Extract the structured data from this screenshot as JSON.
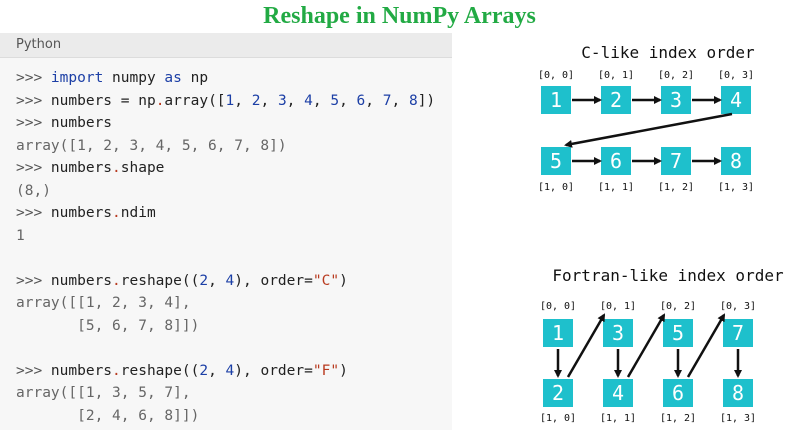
{
  "title": "Reshape in NumPy Arrays",
  "code": {
    "language": "Python",
    "lines": [
      {
        "type": "in",
        "parts": [
          {
            "t": ">>> ",
            "c": "prompt"
          },
          {
            "t": "import",
            "c": "kw"
          },
          {
            "t": " numpy ",
            "c": ""
          },
          {
            "t": "as",
            "c": "kw"
          },
          {
            "t": " np",
            "c": ""
          }
        ]
      },
      {
        "type": "in",
        "parts": [
          {
            "t": ">>> ",
            "c": "prompt"
          },
          {
            "t": "numbers = np",
            "c": ""
          },
          {
            "t": ".",
            "c": "dot"
          },
          {
            "t": "array([",
            "c": ""
          },
          {
            "t": "1",
            "c": "num"
          },
          {
            "t": ", ",
            "c": ""
          },
          {
            "t": "2",
            "c": "num"
          },
          {
            "t": ", ",
            "c": ""
          },
          {
            "t": "3",
            "c": "num"
          },
          {
            "t": ", ",
            "c": ""
          },
          {
            "t": "4",
            "c": "num"
          },
          {
            "t": ", ",
            "c": ""
          },
          {
            "t": "5",
            "c": "num"
          },
          {
            "t": ", ",
            "c": ""
          },
          {
            "t": "6",
            "c": "num"
          },
          {
            "t": ", ",
            "c": ""
          },
          {
            "t": "7",
            "c": "num"
          },
          {
            "t": ", ",
            "c": ""
          },
          {
            "t": "8",
            "c": "num"
          },
          {
            "t": "])",
            "c": ""
          }
        ]
      },
      {
        "type": "in",
        "parts": [
          {
            "t": ">>> ",
            "c": "prompt"
          },
          {
            "t": "numbers",
            "c": ""
          }
        ]
      },
      {
        "type": "out",
        "parts": [
          {
            "t": "array([1, 2, 3, 4, 5, 6, 7, 8])",
            "c": "out"
          }
        ]
      },
      {
        "type": "in",
        "parts": [
          {
            "t": ">>> ",
            "c": "prompt"
          },
          {
            "t": "numbers",
            "c": ""
          },
          {
            "t": ".",
            "c": "dot"
          },
          {
            "t": "shape",
            "c": ""
          }
        ]
      },
      {
        "type": "out",
        "parts": [
          {
            "t": "(8,)",
            "c": "out"
          }
        ]
      },
      {
        "type": "in",
        "parts": [
          {
            "t": ">>> ",
            "c": "prompt"
          },
          {
            "t": "numbers",
            "c": ""
          },
          {
            "t": ".",
            "c": "dot"
          },
          {
            "t": "ndim",
            "c": ""
          }
        ]
      },
      {
        "type": "out",
        "parts": [
          {
            "t": "1",
            "c": "out"
          }
        ]
      },
      {
        "type": "blank",
        "parts": [
          {
            "t": " ",
            "c": ""
          }
        ]
      },
      {
        "type": "in",
        "parts": [
          {
            "t": ">>> ",
            "c": "prompt"
          },
          {
            "t": "numbers",
            "c": ""
          },
          {
            "t": ".",
            "c": "dot"
          },
          {
            "t": "reshape((",
            "c": ""
          },
          {
            "t": "2",
            "c": "num"
          },
          {
            "t": ", ",
            "c": ""
          },
          {
            "t": "4",
            "c": "num"
          },
          {
            "t": "), order=",
            "c": ""
          },
          {
            "t": "\"C\"",
            "c": "str"
          },
          {
            "t": ")",
            "c": ""
          }
        ]
      },
      {
        "type": "out",
        "parts": [
          {
            "t": "array([[1, 2, 3, 4],",
            "c": "out"
          }
        ]
      },
      {
        "type": "out",
        "parts": [
          {
            "t": "       [5, 6, 7, 8]])",
            "c": "out"
          }
        ]
      },
      {
        "type": "blank",
        "parts": [
          {
            "t": " ",
            "c": ""
          }
        ]
      },
      {
        "type": "in",
        "parts": [
          {
            "t": ">>> ",
            "c": "prompt"
          },
          {
            "t": "numbers",
            "c": ""
          },
          {
            "t": ".",
            "c": "dot"
          },
          {
            "t": "reshape((",
            "c": ""
          },
          {
            "t": "2",
            "c": "num"
          },
          {
            "t": ", ",
            "c": ""
          },
          {
            "t": "4",
            "c": "num"
          },
          {
            "t": "), order=",
            "c": ""
          },
          {
            "t": "\"F\"",
            "c": "str"
          },
          {
            "t": ")",
            "c": ""
          }
        ]
      },
      {
        "type": "out",
        "parts": [
          {
            "t": "array([[1, 3, 5, 7],",
            "c": "out"
          }
        ]
      },
      {
        "type": "out",
        "parts": [
          {
            "t": "       [2, 4, 6, 8]])",
            "c": "out"
          }
        ]
      }
    ]
  },
  "c_order": {
    "heading": "C-like index order",
    "top_values": [
      "1",
      "2",
      "3",
      "4"
    ],
    "bottom_values": [
      "5",
      "6",
      "7",
      "8"
    ],
    "top_indices": [
      "[0, 0]",
      "[0, 1]",
      "[0, 2]",
      "[0, 3]"
    ],
    "bottom_indices": [
      "[1, 0]",
      "[1, 1]",
      "[1, 2]",
      "[1, 3]"
    ]
  },
  "f_order": {
    "heading": "Fortran-like index order",
    "top_values": [
      "1",
      "3",
      "5",
      "7"
    ],
    "bottom_values": [
      "2",
      "4",
      "6",
      "8"
    ],
    "top_indices": [
      "[0, 0]",
      "[0, 1]",
      "[0, 2]",
      "[0, 3]"
    ],
    "bottom_indices": [
      "[1, 0]",
      "[1, 1]",
      "[1, 2]",
      "[1, 3]"
    ]
  },
  "colors": {
    "title": "#22aa44",
    "box": "#1ec0cc",
    "box_text": "#ffffff"
  }
}
